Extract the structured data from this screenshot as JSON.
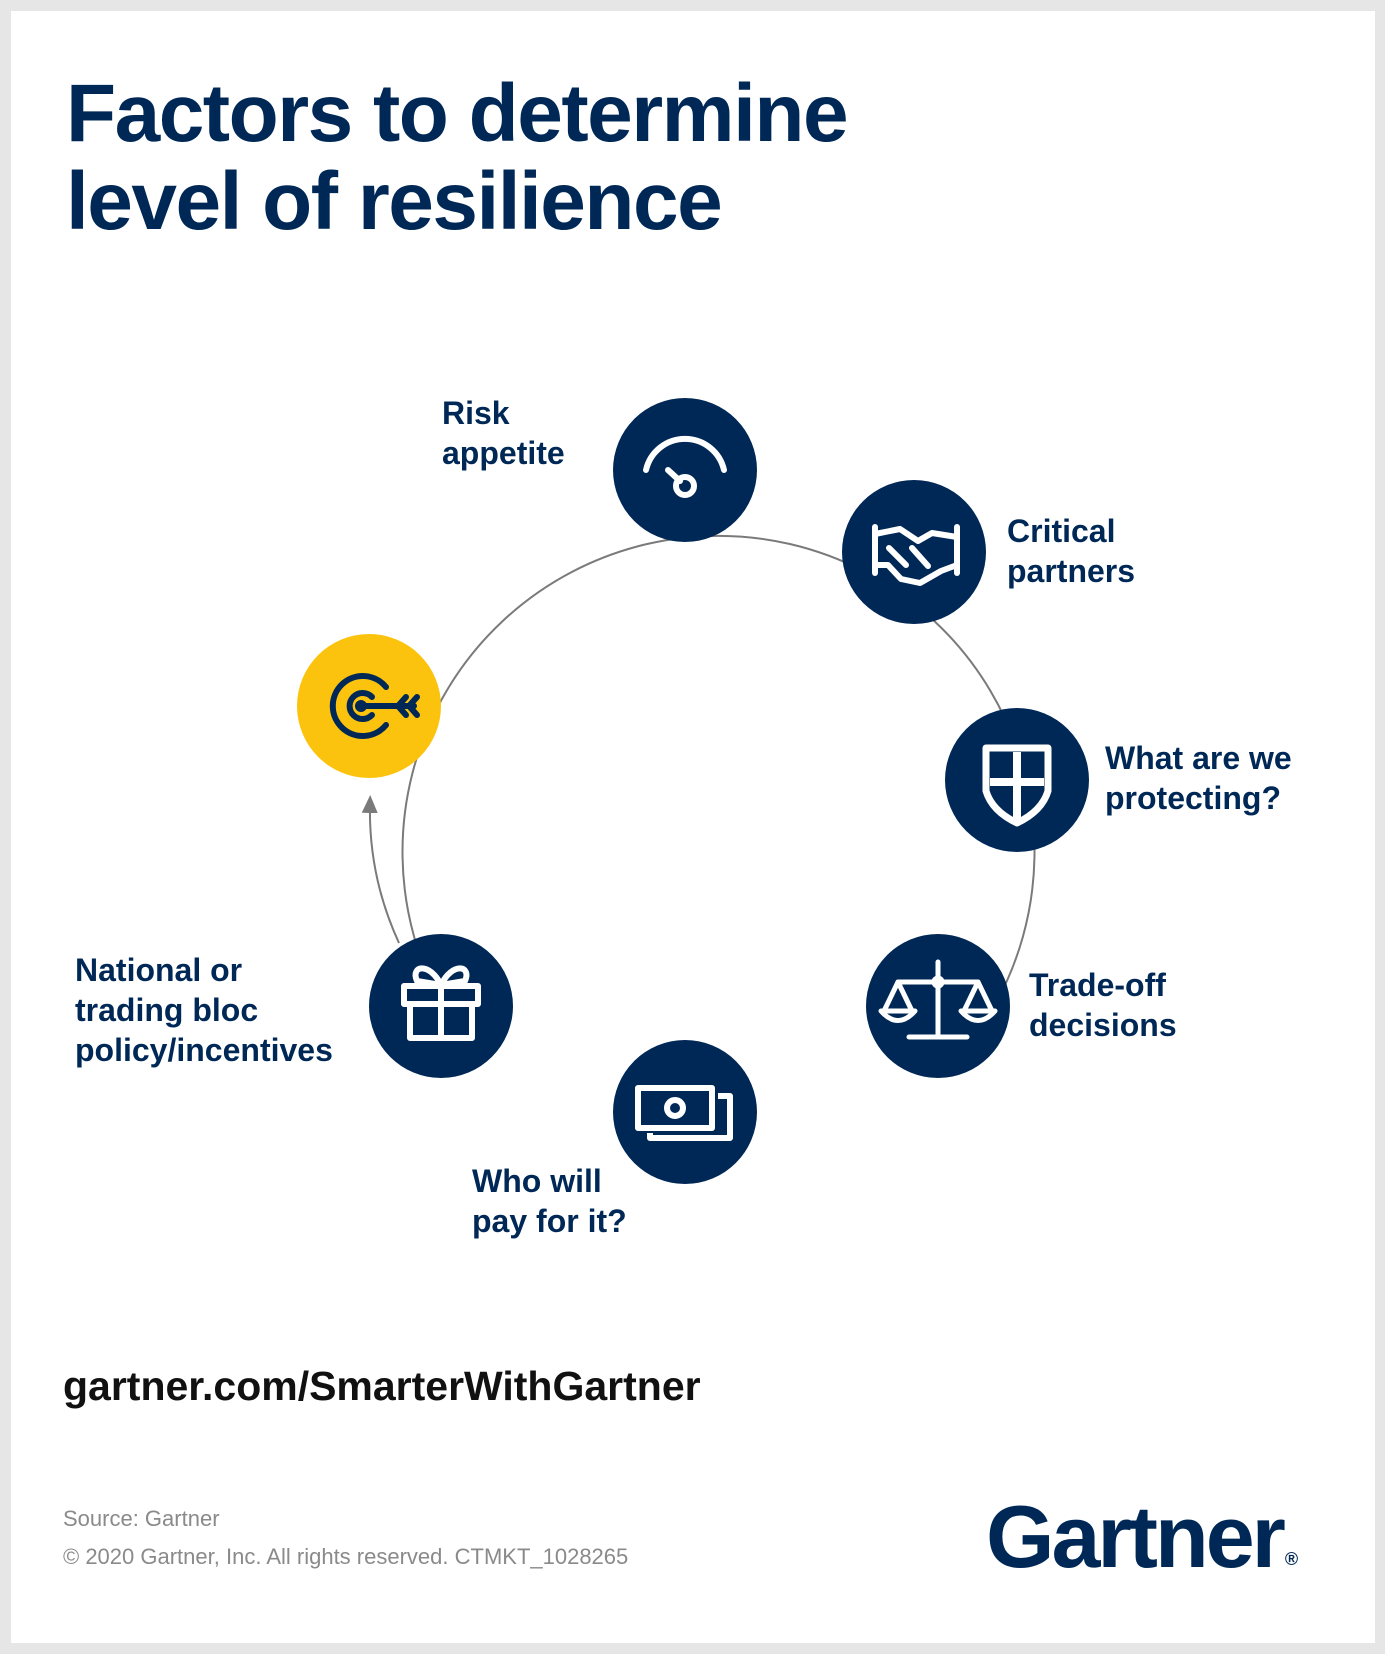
{
  "title": "Factors to determine\nlevel of resilience",
  "colors": {
    "navy": "#002856",
    "yellow": "#FCC30E",
    "connector": "#7a7a7a"
  },
  "factors": [
    {
      "label": "Risk\nappetite",
      "icon": "gauge-icon"
    },
    {
      "label": "Critical\npartners",
      "icon": "handshake-icon"
    },
    {
      "label": "What are we\nprotecting?",
      "icon": "shield-icon"
    },
    {
      "label": "Trade-off\ndecisions",
      "icon": "scales-icon"
    },
    {
      "label": "Who will\npay for it?",
      "icon": "money-icon"
    },
    {
      "label": "National or\ntrading bloc\npolicy/incentives",
      "icon": "gift-icon"
    }
  ],
  "goal": {
    "icon": "target-arrow-icon"
  },
  "url": "gartner.com/SmarterWithGartner",
  "source": "Source: Gartner",
  "copyright": "© 2020 Gartner, Inc. All rights reserved. CTMKT_1028265",
  "logo": {
    "text": "Gartner",
    "mark": "®"
  }
}
